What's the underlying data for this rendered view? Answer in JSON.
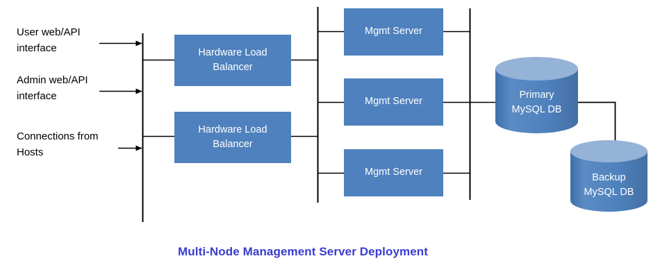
{
  "diagram": {
    "caption": "Multi-Node Management Server Deployment",
    "caption_color": "#3b3bd0",
    "background": "#ffffff",
    "node_fill": "#4e81bd",
    "cylinder_top_fill": "#95b3d7",
    "line_color": "#000000",
    "inputs": [
      {
        "id": "user-interface",
        "label": "User web/API\ninterface"
      },
      {
        "id": "admin-interface",
        "label": "Admin web/API\ninterface"
      },
      {
        "id": "host-connections",
        "label": "Connections from\nHosts"
      }
    ],
    "load_balancers": [
      {
        "id": "load-balancer-1",
        "label": "Hardware Load\nBalancer"
      },
      {
        "id": "load-balancer-2",
        "label": "Hardware Load\nBalancer"
      }
    ],
    "mgmt_servers": [
      {
        "id": "mgmt-server-1",
        "label": "Mgmt Server"
      },
      {
        "id": "mgmt-server-2",
        "label": "Mgmt Server"
      },
      {
        "id": "mgmt-server-3",
        "label": "Mgmt Server"
      }
    ],
    "databases": [
      {
        "id": "primary-db",
        "label": "Primary\nMySQL DB"
      },
      {
        "id": "backup-db",
        "label": "Backup\nMySQL DB"
      }
    ]
  }
}
